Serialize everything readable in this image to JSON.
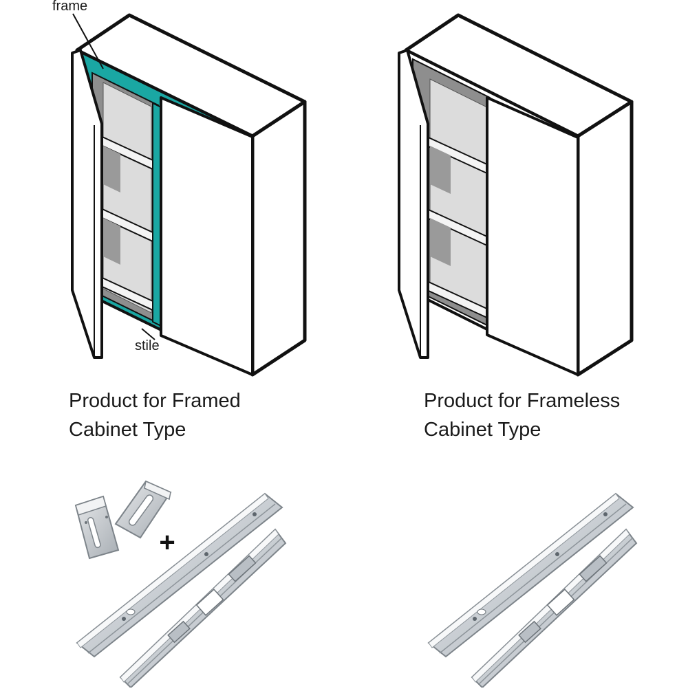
{
  "labels": {
    "frame": "frame",
    "stile": "stile"
  },
  "captions": {
    "framed_line1": "Product for Framed",
    "framed_line2": "Cabinet Type",
    "frameless_line1": "Product for Frameless",
    "frameless_line2": "Cabinet Type"
  },
  "accessories": {
    "plus_sign": "+"
  },
  "colors": {
    "frame_highlight": "#1aa7a3",
    "outline": "#111111",
    "cabinet_interior": "#8e8e8e",
    "shelf": "#ededed",
    "metal_light": "#d9dde1",
    "metal_dark": "#9aa1a8"
  }
}
